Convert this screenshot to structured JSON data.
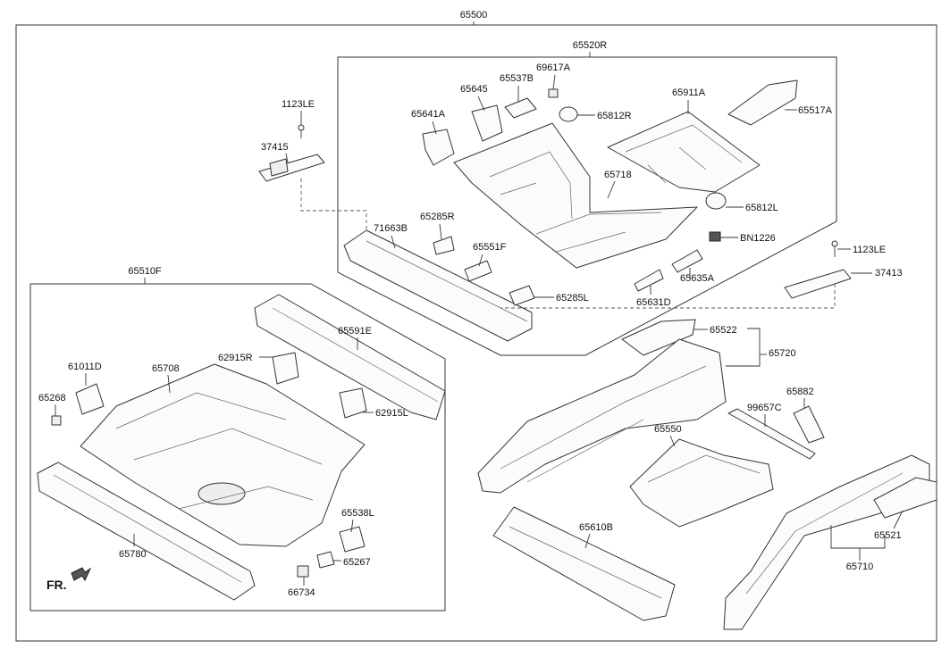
{
  "diagram": {
    "assembly_number": "65500",
    "direction_label": "FR.",
    "group_labels": {
      "rear_group": "65520R",
      "front_group": "65510F",
      "side_member_group": "65720",
      "side_member_group_2": "65710"
    },
    "part_labels": {
      "p_69617A": "69617A",
      "p_65537B": "65537B",
      "p_65645": "65645",
      "p_65641A": "65641A",
      "p_65812R": "65812R",
      "p_65911A": "65911A",
      "p_65517A": "65517A",
      "p_65718": "65718",
      "p_65812L": "65812L",
      "p_71663B": "71663B",
      "p_65285R": "65285R",
      "p_65551F": "65551F",
      "p_BN1226": "BN1226",
      "p_65635A": "65635A",
      "p_65631D": "65631D",
      "p_65285L": "65285L",
      "p_1123LE_a": "1123LE",
      "p_37415": "37415",
      "p_1123LE_b": "1123LE",
      "p_37413": "37413",
      "p_65591E": "65591E",
      "p_62915R": "62915R",
      "p_65708": "65708",
      "p_61011D": "61011D",
      "p_65268": "65268",
      "p_62915L": "62915L",
      "p_65538L": "65538L",
      "p_65267": "65267",
      "p_66734": "66734",
      "p_65780": "65780",
      "p_65522": "65522",
      "p_65882": "65882",
      "p_99657C": "99657C",
      "p_65550": "65550",
      "p_65610B": "65610B",
      "p_65521": "65521"
    }
  }
}
